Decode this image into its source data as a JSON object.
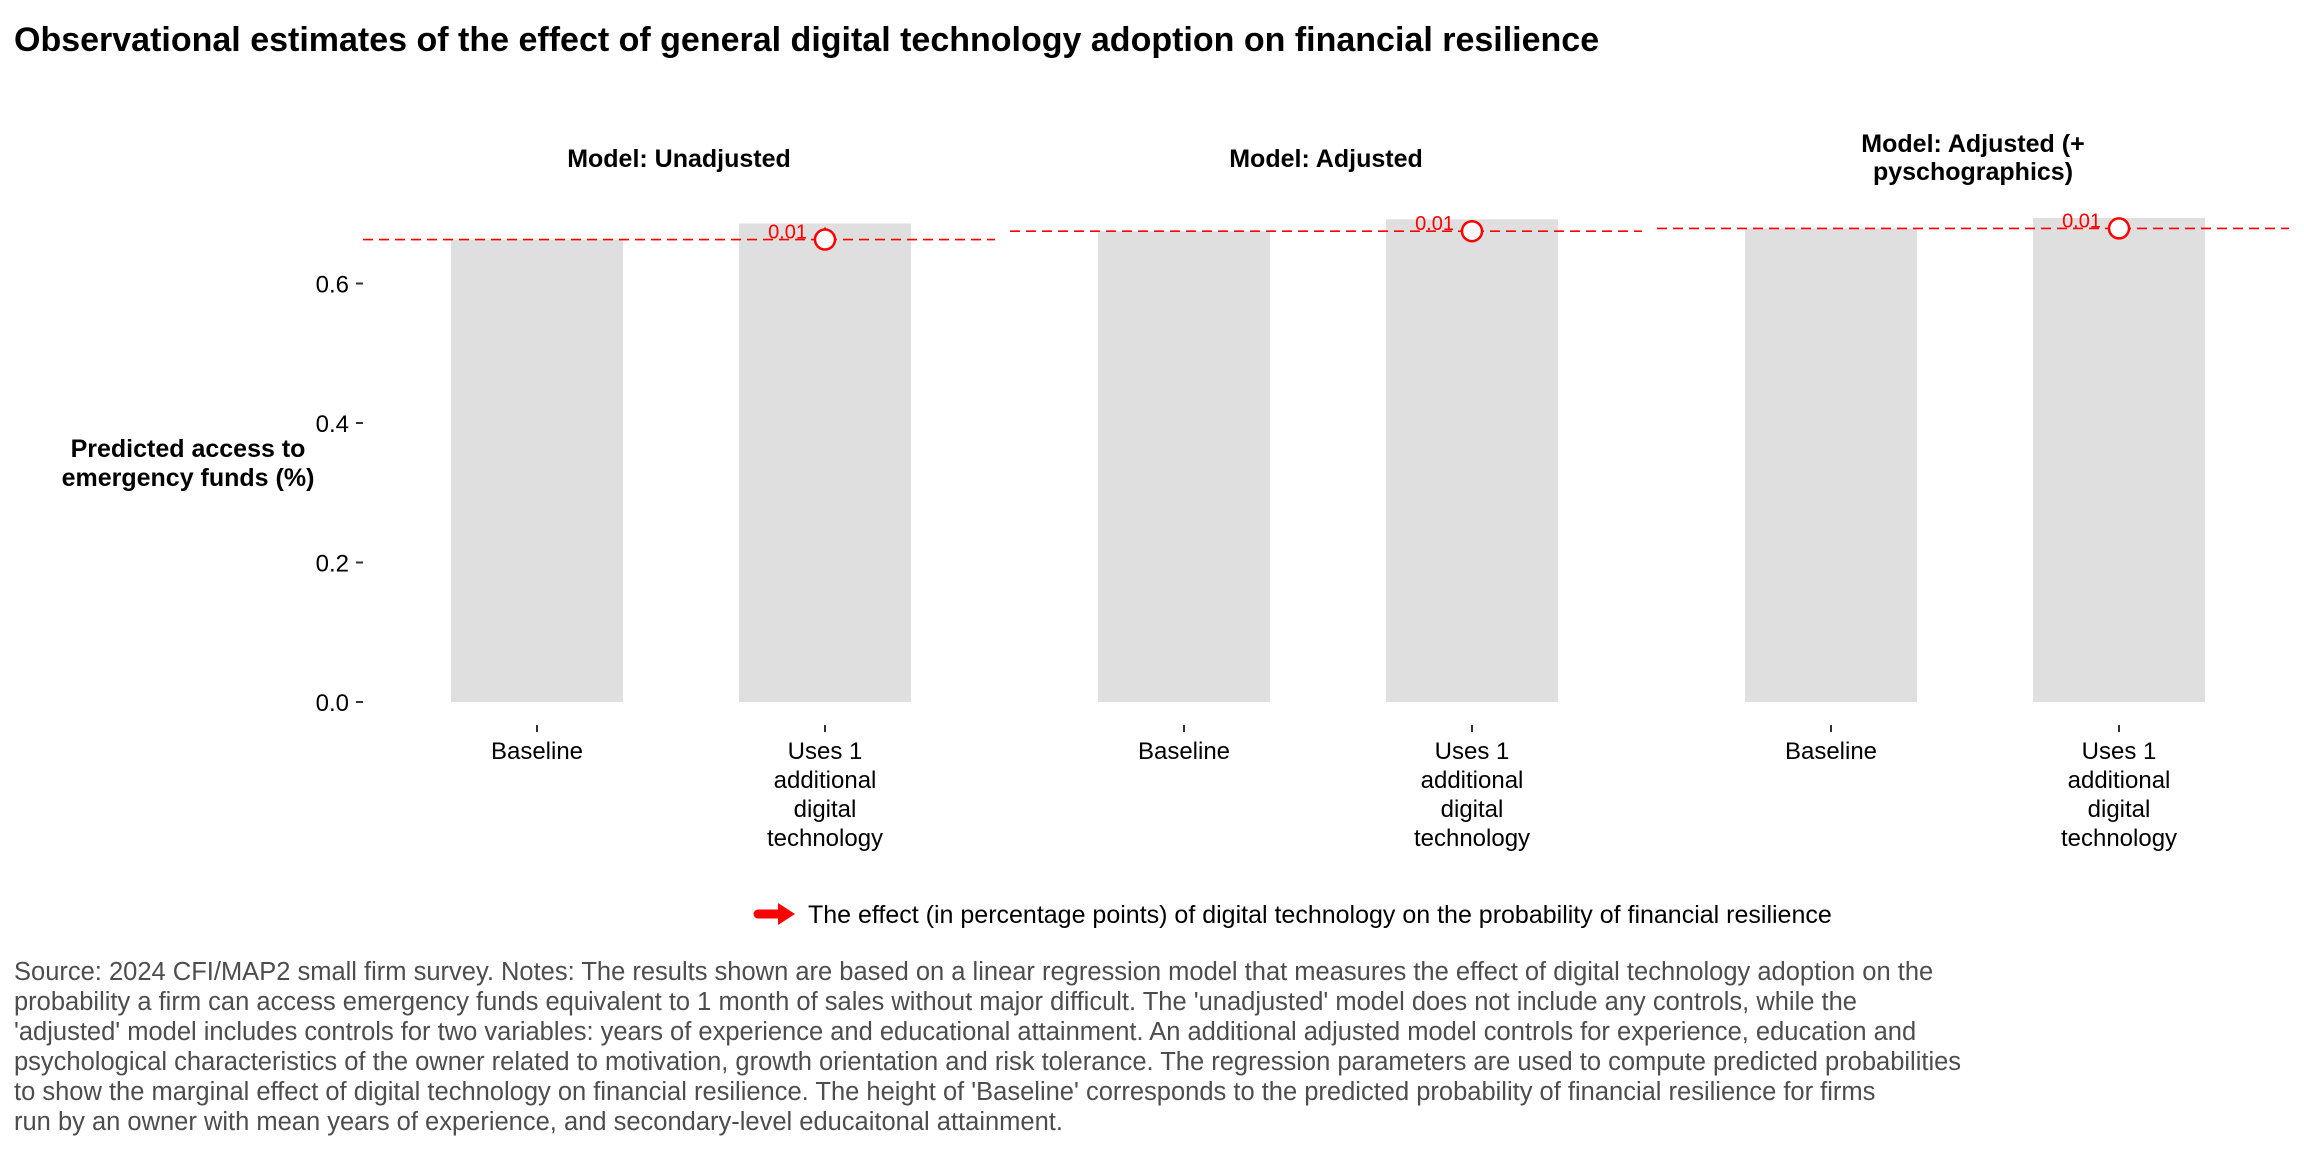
{
  "chart_data": {
    "type": "bar",
    "title": "Observational estimates of the effect of general digital technology adoption on financial resilience",
    "ylabel": "Predicted access to\nemergency funds (%)",
    "xlabel": "",
    "ylim": [
      0,
      0.7
    ],
    "yticks": [
      "0.0",
      "0.2",
      "0.4",
      "0.6"
    ],
    "grid": false,
    "categories": [
      "Baseline",
      "Uses 1\nadditional\ndigital\ntechnology"
    ],
    "panels": [
      {
        "title": "Model: Unadjusted",
        "values": [
          0.663,
          0.686
        ],
        "effect_label": "0.01",
        "arrow_start": 0.663,
        "arrow_end": 0.677
      },
      {
        "title": "Model: Adjusted",
        "values": [
          0.675,
          0.692
        ],
        "effect_label": "0.01",
        "arrow_start": 0.675,
        "arrow_end": 0.684
      },
      {
        "title": "Model: Adjusted (+\npyschographics)",
        "values": [
          0.679,
          0.694
        ],
        "effect_label": "0.01",
        "arrow_start": 0.679,
        "arrow_end": 0.681
      }
    ],
    "legend": {
      "label": "The effect (in percentage points) of digital technology on the probability of financial resilience",
      "placement": "bottom"
    },
    "colors": {
      "bar": "#dfdfdf",
      "effect": "#ff0000",
      "text": "#000000",
      "caption": "#4d4d4d"
    }
  },
  "caption": "Source: 2024 CFI/MAP2 small firm survey. Notes: The results shown are based on a linear regression model that measures the effect of digital technology adoption on the\nprobability a firm can access emergency funds equivalent to 1 month of sales without major difficult. The 'unadjusted' model does not include any controls, while the\n'adjusted' model includes controls for two variables: years of experience and educational attainment. An additional adjusted model controls for experience, education and\npsychological characteristics of the owner related to motivation, growth orientation and risk tolerance. The regression parameters are used to compute predicted probabilities\nto show the marginal effect of digital technology on financial resilience. The height of 'Baseline' corresponds to the predicted probability of financial resilience for firms\nrun by an owner with mean years of experience, and secondary-level educaitonal attainment."
}
